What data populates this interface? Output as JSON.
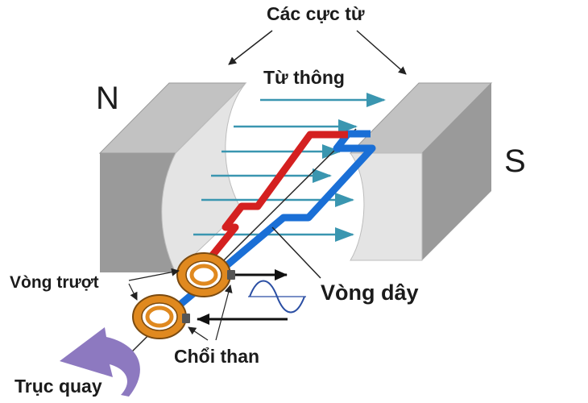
{
  "labels": {
    "magnetic_poles": "Các cực từ",
    "flux": "Từ thông",
    "north_pole": "N",
    "south_pole": "S",
    "slip_rings": "Vòng trượt",
    "coil": "Vòng dây",
    "brushes": "Chổi than",
    "shaft": "Trục quay"
  },
  "colors": {
    "magnet_front": "#9a9a9a",
    "magnet_top": "#c2c2c2",
    "magnet_face": "#e4e4e4",
    "flux_arrow": "#3a96b0",
    "coil_red": "#d42020",
    "coil_blue": "#1a6fd6",
    "ring": "#e0891f",
    "rotation_arrow": "#8d79c0"
  }
}
